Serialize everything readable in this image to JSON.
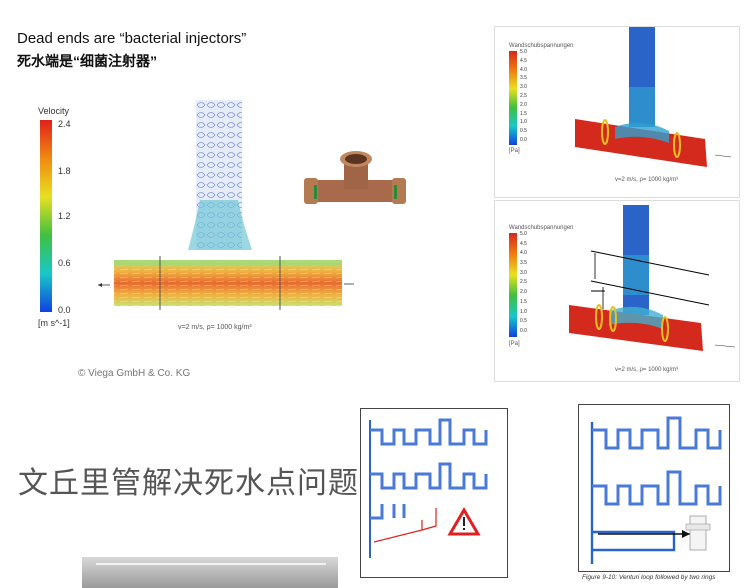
{
  "heading": {
    "title_en": "Dead ends are “bacterial injectors”",
    "title_zh": "死水端是“细菌注射器”"
  },
  "sim_main": {
    "colorbar_title": "Velocity",
    "ticks": [
      "2.4",
      "1.8",
      "1.2",
      "0.6",
      "0.0"
    ],
    "unit": "[m s^-1]",
    "caption": "v=2 m/s, ρ= 1000 kg/m³",
    "credit": "© Viega GmbH & Co. KG"
  },
  "sim_top": {
    "colorbar_title": "Wandschubspannungen",
    "ticks": [
      "5.0",
      "4.5",
      "4.0",
      "3.5",
      "3.0",
      "2.5",
      "2.0",
      "1.5",
      "1.0",
      "0.5",
      "0.0"
    ],
    "unit": "[Pa]",
    "caption": "v=2 m/s, ρ= 1000 kg/m³"
  },
  "sim_bottom": {
    "colorbar_title": "Wandschubspannungen",
    "ticks": [
      "5.0",
      "4.5",
      "4.0",
      "3.5",
      "3.0",
      "2.5",
      "2.0",
      "1.5",
      "1.0",
      "0.5",
      "0.0"
    ],
    "unit": "[Pa]",
    "caption": "v=2 m/s, ρ= 1000 kg/m³"
  },
  "section_heading": "文丘里管解决死水点问题",
  "figure_caption": "Figure 9-10: Venturi loop followed by two rings",
  "colors": {
    "pipe_blue": "#2b64c8",
    "pipe_red": "#d42a1e",
    "warning": "#e02020"
  }
}
